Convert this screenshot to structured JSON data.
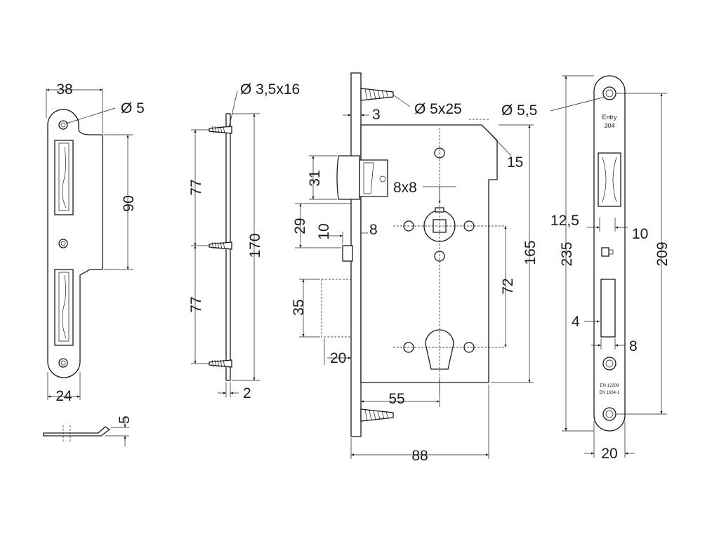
{
  "drawing": {
    "strike_plate": {
      "width_top": "38",
      "screw_hole": "Ø 5",
      "hole_spacing": "90",
      "width_bottom": "24",
      "lip_height": "5"
    },
    "face_plate_side": {
      "screw_spec": "Ø 3,5x16",
      "spacing_upper": "77",
      "spacing_lower": "77",
      "total_height": "170",
      "thickness": "2"
    },
    "lock_body": {
      "plate_thickness": "3",
      "screw_spec": "Ø 5x25",
      "latch_height": "31",
      "spindle_square": "8x8",
      "latch_offset": "29",
      "bolt_projection": "10",
      "bolt_width": "8",
      "deadbolt_height": "35",
      "cylinder_offset": "20",
      "backset": "55",
      "centre_distance": "72",
      "body_height": "165",
      "body_depth": "88",
      "chamfer": "15"
    },
    "front_plate": {
      "hole": "Ø 5,5",
      "label_model": "Entry",
      "label_material": "304",
      "edge_offset": "12,5",
      "latch_width": "10",
      "total_height": "235",
      "hole_spacing": "209",
      "bolt_gap": "4",
      "bolt_width": "8",
      "plate_width": "20",
      "standard_1": "EN 12209",
      "standard_2": "EN 1634-1"
    }
  }
}
